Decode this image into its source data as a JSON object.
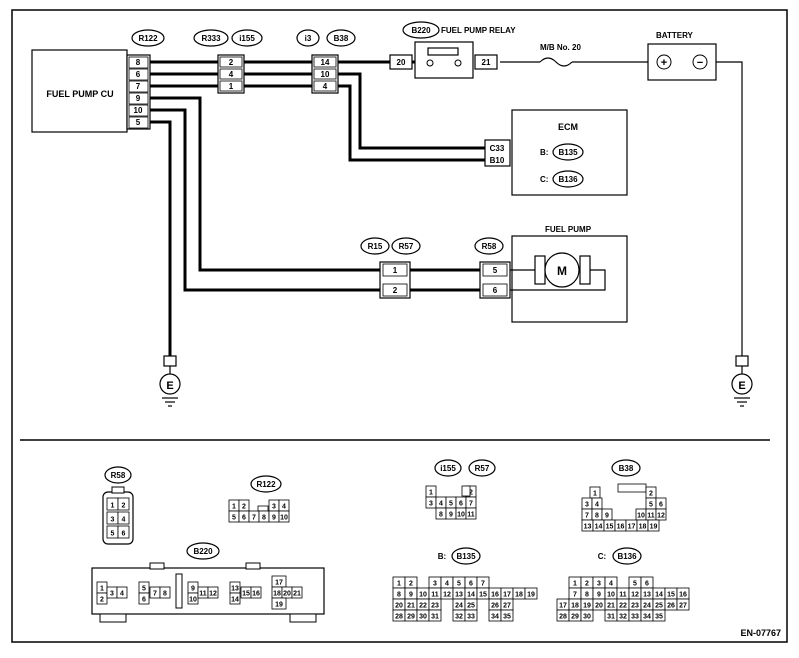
{
  "diagram": {
    "ecu_label": "FUEL PUMP CU",
    "ecu_connector": "R122",
    "ecu_pins": [
      "8",
      "6",
      "7",
      "9",
      "10",
      "5"
    ],
    "r333": "R333",
    "i155": "i155",
    "r333_pins": [
      "2",
      "4",
      "1"
    ],
    "i3": "i3",
    "b38": "B38",
    "i3_pins": [
      "14",
      "10",
      "4"
    ],
    "relay_connector": "B220",
    "relay_label": "FUEL PUMP RELAY",
    "relay_pin_in": "20",
    "relay_pin_out": "21",
    "fuse_label": "M/B No. 20",
    "battery_label": "BATTERY",
    "battery_plus": "+",
    "battery_minus": "−",
    "ecm_label": "ECM",
    "ecm_pins": [
      "C33",
      "B10"
    ],
    "ecm_b_prefix": "B:",
    "ecm_b_conn": "B135",
    "ecm_c_prefix": "C:",
    "ecm_c_conn": "B136",
    "r15": "R15",
    "r57": "R57",
    "r15_pins": [
      "1",
      "2"
    ],
    "r58": "R58",
    "pump_label": "FUEL PUMP",
    "pump_pins": [
      "5",
      "6"
    ],
    "motor_letter": "M",
    "ground_letter": "E",
    "figure_id": "EN-07767"
  },
  "connectors": {
    "r58": {
      "label": "R58",
      "rows": [
        [
          "1",
          "2"
        ],
        [
          "3",
          "4"
        ],
        [
          "5",
          "6"
        ]
      ]
    },
    "r122": {
      "label": "R122",
      "top": [
        "1",
        "2",
        "",
        "",
        "3",
        "4"
      ],
      "bottom": [
        "5",
        "6",
        "7",
        "8",
        "9",
        "10"
      ]
    },
    "i155": {
      "label1": "i155",
      "label2": "R57",
      "row1": [
        "1",
        "",
        "",
        "",
        "2"
      ],
      "row2": [
        "3",
        "4",
        "5",
        "6",
        "7"
      ],
      "row3": [
        "8",
        "9",
        "10",
        "11"
      ]
    },
    "b38": {
      "label": "B38",
      "row1": [
        "1",
        "",
        "2"
      ],
      "row2": [
        "3",
        "4",
        "5",
        "6"
      ],
      "row3": [
        "7",
        "8",
        "9",
        "10",
        "11",
        "12"
      ],
      "row4": [
        "13",
        "14",
        "15",
        "16",
        "17",
        "18",
        "19"
      ]
    },
    "b220": {
      "label": "B220",
      "cells": [
        "1",
        "2",
        "3",
        "4",
        "5",
        "6",
        "7",
        "8",
        "9",
        "10",
        "11",
        "12",
        "13",
        "14",
        "15",
        "16",
        "17",
        "18",
        "20",
        "21",
        "19"
      ]
    },
    "b135": {
      "prefix": "B:",
      "label": "B135",
      "rows": [
        [
          "1",
          "2",
          "",
          "3",
          "4",
          "5",
          "6",
          "7"
        ],
        [
          "8",
          "9",
          "10",
          "11",
          "12",
          "13",
          "14",
          "15",
          "16",
          "17",
          "18",
          "19"
        ],
        [
          "20",
          "21",
          "22",
          "23",
          "",
          "24",
          "25",
          "",
          "26",
          "27"
        ],
        [
          "28",
          "29",
          "30",
          "31",
          "",
          "32",
          "33",
          "",
          "34",
          "35"
        ]
      ]
    },
    "b136": {
      "prefix": "C:",
      "label": "B136",
      "rows": [
        [
          "1",
          "2",
          "3",
          "4",
          "",
          "5",
          "6"
        ],
        [
          "7",
          "8",
          "9",
          "10",
          "11",
          "12",
          "13",
          "14",
          "15",
          "16"
        ],
        [
          "17",
          "18",
          "19",
          "20",
          "21",
          "22",
          "23",
          "24",
          "25",
          "26",
          "27"
        ],
        [
          "28",
          "29",
          "30",
          "",
          "31",
          "32",
          "33",
          "34",
          "35"
        ]
      ]
    }
  }
}
